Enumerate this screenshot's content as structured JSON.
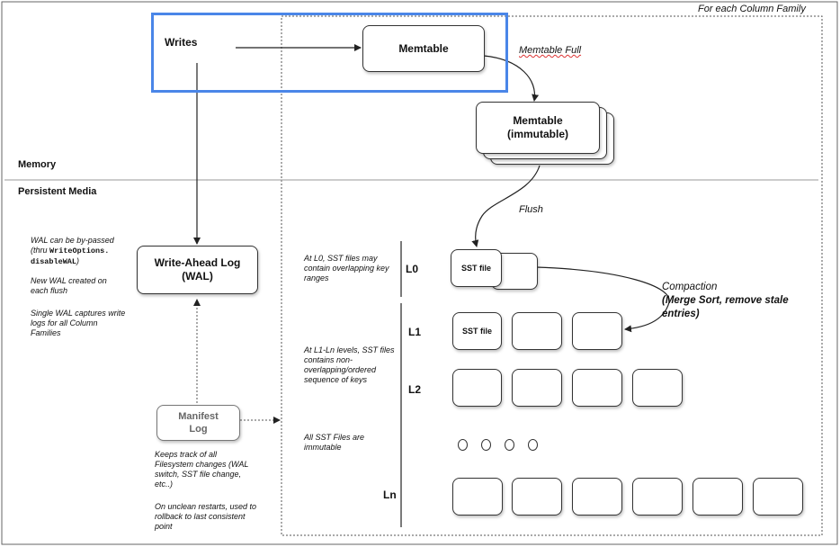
{
  "column_family_label": "For each Column Family",
  "writes_label": "Writes",
  "memtable_label": "Memtable",
  "memtable_full_label": "Memtable Full",
  "immutable_memtable": {
    "line1": "Memtable",
    "line2": "(immutable)"
  },
  "memory_label": "Memory",
  "persistent_media_label": "Persistent Media",
  "flush_label": "Flush",
  "wal_label": {
    "line1": "Write-Ahead Log",
    "line2": "(WAL)"
  },
  "wal_notes": {
    "bypass_prefix": "WAL can be by-passed (thru ",
    "bypass_code1": "WriteOptions.",
    "bypass_code2": "disableWAL",
    "bypass_suffix": ")",
    "new_wal": "New WAL created on each flush",
    "single_wal": "Single WAL captures write logs for all Column Families"
  },
  "manifest_label": {
    "line1": "Manifest",
    "line2": "Log"
  },
  "manifest_notes": {
    "tracks": "Keeps track of all Filesystem changes (WAL switch, SST file change, etc..)",
    "restart": "On unclean restarts, used to rollback to last consistent point"
  },
  "level_notes": {
    "l0": "At L0, SST files may contain overlapping key ranges",
    "l1_ln": "At L1-Ln levels, SST files contains non-overlapping/ordered sequence of keys",
    "immutable": "All SST Files are immutable"
  },
  "levels": {
    "l0": "L0",
    "l1": "L1",
    "l2": "L2",
    "ln": "Ln"
  },
  "sst_file_label": "SST file",
  "compaction_label": {
    "line1": "Compaction",
    "line2": "(Merge Sort, remove stale",
    "line3": "entries)"
  },
  "colors": {
    "highlight_border": "#4a86e8",
    "box_border": "#333333",
    "dashed_border": "#555555"
  }
}
